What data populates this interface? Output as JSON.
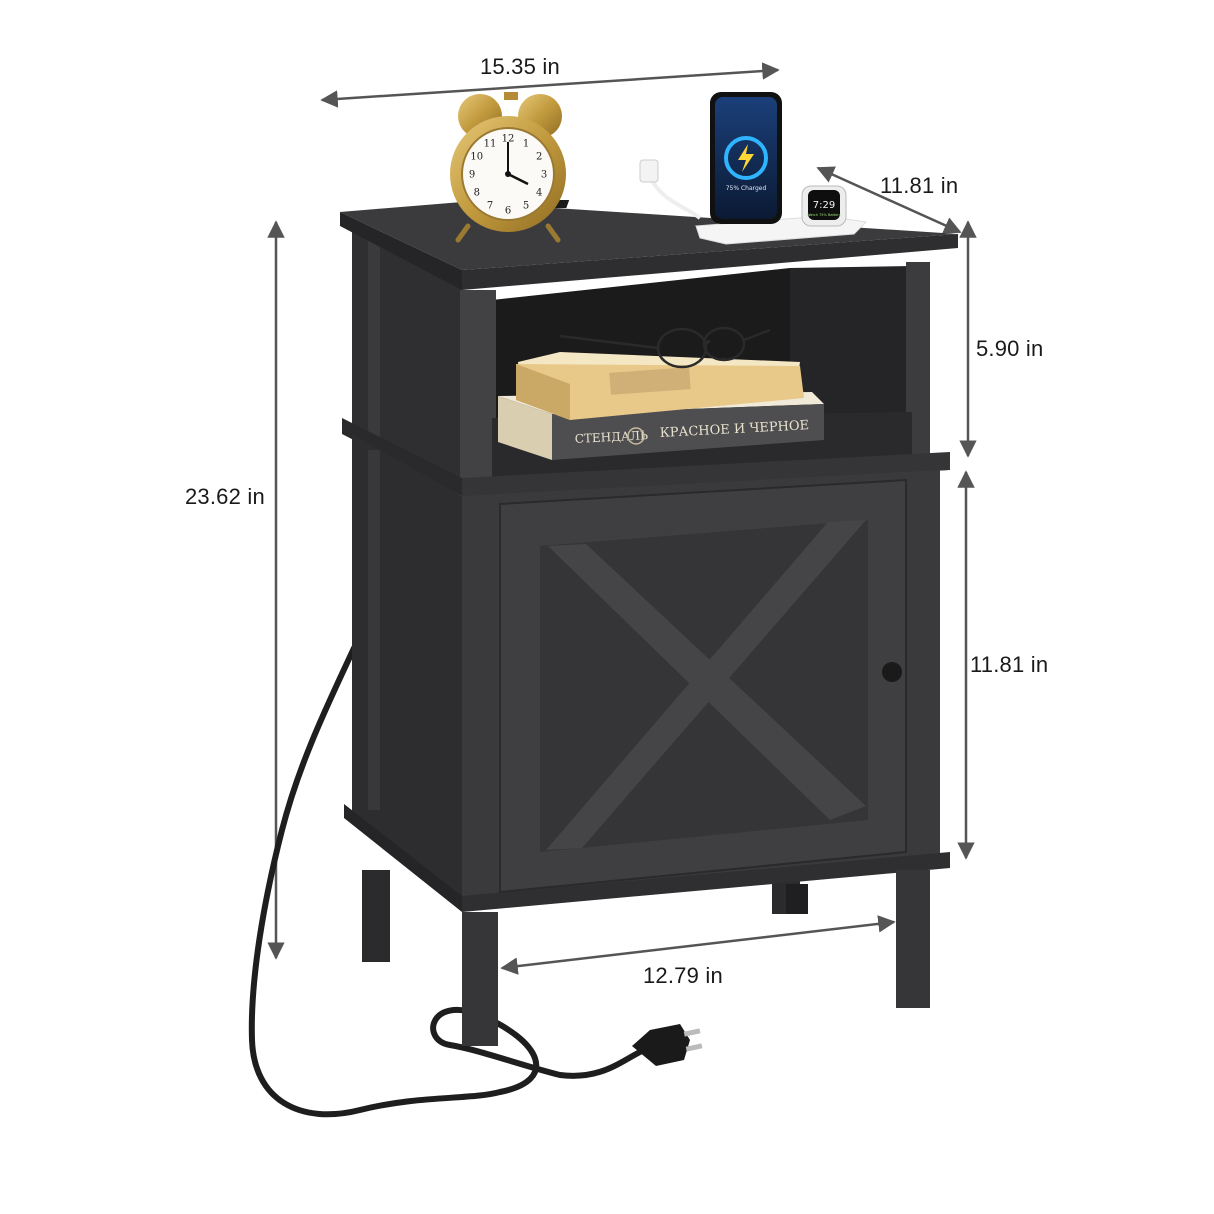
{
  "dimensions": {
    "top_width": "15.35 in",
    "depth": "11.81 in",
    "total_height": "23.62 in",
    "shelf_height": "5.90 in",
    "cabinet_height": "11.81 in",
    "inner_width": "12.79 in"
  },
  "book": {
    "spine_title": "КРАСНОЕ И ЧЕРНОЕ",
    "spine_author": "СТЕНДАЛЬ"
  },
  "phone": {
    "charge_text": "75% Charged"
  },
  "watch": {
    "time": "7:29",
    "subtext": "Watch 75% Battery"
  },
  "clock": {
    "numerals": [
      "12",
      "1",
      "2",
      "3",
      "4",
      "5",
      "6",
      "7",
      "8",
      "9",
      "10",
      "11"
    ]
  },
  "colors": {
    "furniture": "#3a3a3c",
    "furniture_dark": "#2b2b2d",
    "furniture_light": "#4a4a4d",
    "dimension_line": "#555555",
    "brass": "#c9a24a"
  }
}
